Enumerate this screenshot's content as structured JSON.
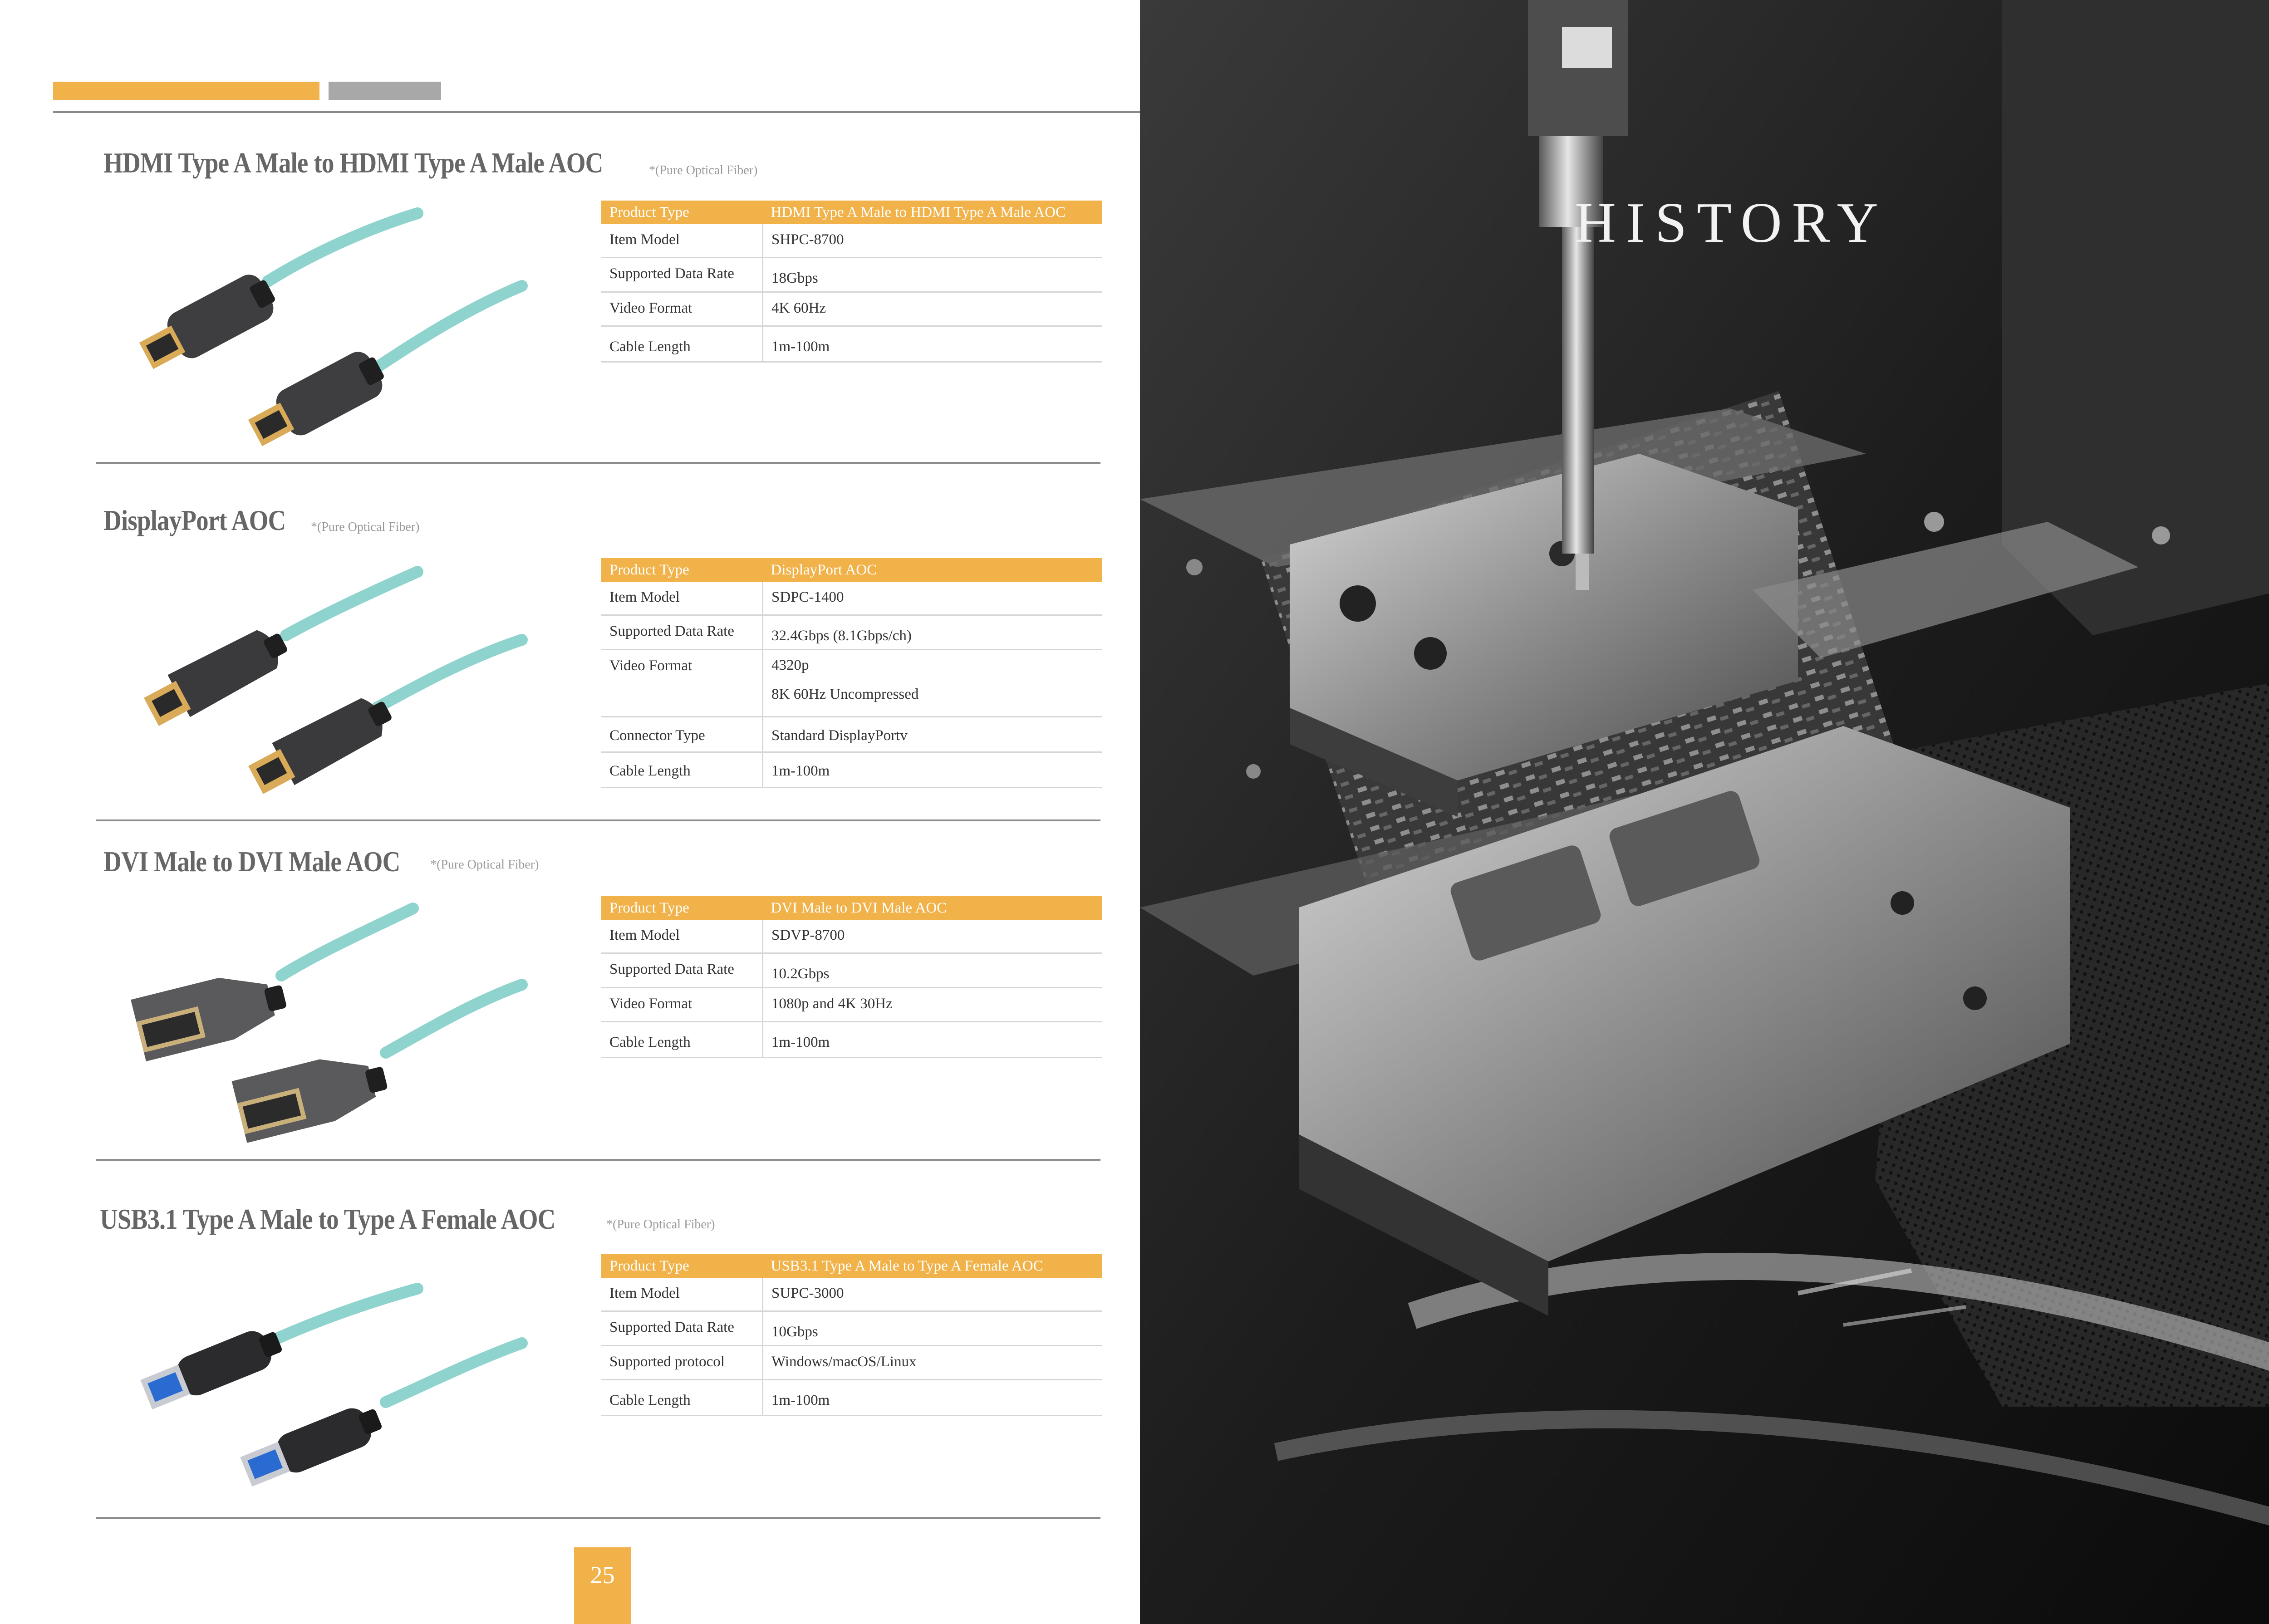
{
  "page_number": "25",
  "photo_title": "HISTORY",
  "colors": {
    "accent": "#f1b24a",
    "gray_bar": "#a8a8a8",
    "cable": "#8fd3cf"
  },
  "products": [
    {
      "title": "HDMI Type A Male to HDMI Type A Male AOC",
      "note": "*(Pure Optical Fiber)",
      "specs": [
        {
          "label": "Product Type",
          "value": [
            "HDMI Type A Male to HDMI Type A Male AOC"
          ]
        },
        {
          "label": "Item Model",
          "value": [
            "SHPC-8700"
          ]
        },
        {
          "label": "Supported Data Rate",
          "value": [
            "18Gbps"
          ]
        },
        {
          "label": "Video Format",
          "value": [
            "4K 60Hz"
          ]
        },
        {
          "label": "Cable Length",
          "value": [
            "1m-100m"
          ]
        }
      ]
    },
    {
      "title": "DisplayPort AOC",
      "note": "*(Pure Optical Fiber)",
      "specs": [
        {
          "label": "Product Type",
          "value": [
            "DisplayPort AOC"
          ]
        },
        {
          "label": "Item Model",
          "value": [
            "SDPC-1400"
          ]
        },
        {
          "label": "Supported Data Rate",
          "value": [
            "32.4Gbps (8.1Gbps/ch)"
          ]
        },
        {
          "label": "Video Format",
          "value": [
            "4320p",
            "8K 60Hz Uncompressed"
          ]
        },
        {
          "label": "Connector Type",
          "value": [
            "Standard DisplayPortv"
          ]
        },
        {
          "label": "Cable Length",
          "value": [
            "1m-100m"
          ]
        }
      ]
    },
    {
      "title": "DVI Male to DVI Male AOC",
      "note": "*(Pure Optical Fiber)",
      "specs": [
        {
          "label": "Product Type",
          "value": [
            "DVI Male to DVI Male AOC"
          ]
        },
        {
          "label": "Item Model",
          "value": [
            "SDVP-8700"
          ]
        },
        {
          "label": "Supported Data Rate",
          "value": [
            "10.2Gbps"
          ]
        },
        {
          "label": "Video Format",
          "value": [
            "1080p and 4K 30Hz"
          ]
        },
        {
          "label": "Cable Length",
          "value": [
            "1m-100m"
          ]
        }
      ]
    },
    {
      "title": "USB3.1 Type A Male to Type A Female AOC",
      "note": "*(Pure Optical Fiber)",
      "specs": [
        {
          "label": "Product Type",
          "value": [
            "USB3.1 Type A Male to Type A Female AOC"
          ]
        },
        {
          "label": "Item Model",
          "value": [
            "SUPC-3000"
          ]
        },
        {
          "label": "Supported Data Rate",
          "value": [
            "10Gbps"
          ]
        },
        {
          "label": "Supported protocol",
          "value": [
            "Windows/macOS/Linux"
          ]
        },
        {
          "label": "Cable Length",
          "value": [
            "1m-100m"
          ]
        }
      ]
    }
  ]
}
